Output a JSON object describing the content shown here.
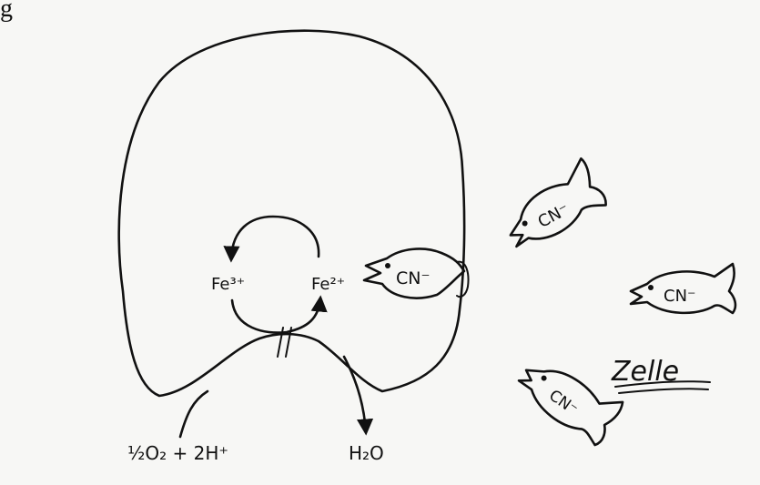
{
  "header_fragment": "g",
  "labels": {
    "fe_left": "Fe³⁺",
    "fe_right": "Fe²⁺",
    "reactant": "½O₂ + 2H⁺",
    "product": "H₂O",
    "cyanide": "CN⁻",
    "cell": "Zelle"
  },
  "colors": {
    "ink": "#111111",
    "paper": "#f7f7f5"
  }
}
